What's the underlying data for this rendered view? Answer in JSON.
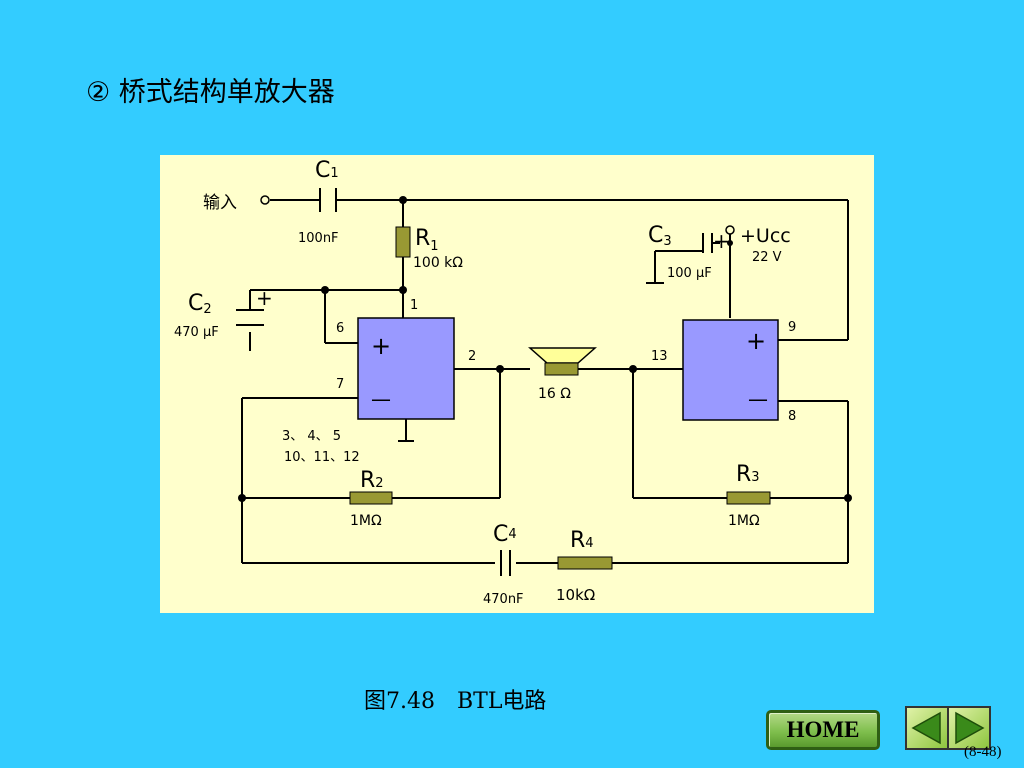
{
  "slide": {
    "title": "② 桥式结构单放大器",
    "caption": "图7.48　BTL电路",
    "page_number": "(8-48)",
    "home_label": "HOME"
  },
  "circuit": {
    "input_label": "输入",
    "C1": {
      "name": "C",
      "sub": "1",
      "value": "100nF"
    },
    "R1": {
      "name": "R",
      "sub": "1",
      "value": "100 kΩ"
    },
    "C2": {
      "name": "C",
      "sub": "2",
      "value": "470 μF"
    },
    "C3": {
      "name": "C",
      "sub": "3",
      "value": "100 μF"
    },
    "supply": {
      "label": "+Ucc",
      "value": "22 V"
    },
    "R2": {
      "name": "R",
      "sub": "2",
      "value": "1MΩ"
    },
    "R3": {
      "name": "R",
      "sub": "3",
      "value": "1MΩ"
    },
    "C4": {
      "name": "C",
      "sub": "4",
      "value": "470nF"
    },
    "R4": {
      "name": "R",
      "sub": "4",
      "value": "10kΩ"
    },
    "speaker": {
      "value": "16 Ω"
    },
    "amp1": {
      "plus": "+",
      "minus": "—"
    },
    "amp2": {
      "plus": "+",
      "minus": "—"
    },
    "pins": {
      "p1": "1",
      "p2": "2",
      "p6": "6",
      "p7": "7",
      "p8": "8",
      "p9": "9",
      "p13": "13"
    },
    "ground_pins": {
      "line1": "3、  4、  5",
      "line2": "10、11、12"
    }
  },
  "colors": {
    "background": "#33ccff",
    "circuit_bg": "#ffffcc",
    "amp_fill": "#9999ff",
    "resistor_fill": "#999933",
    "nav_green": "#8ec63f"
  }
}
